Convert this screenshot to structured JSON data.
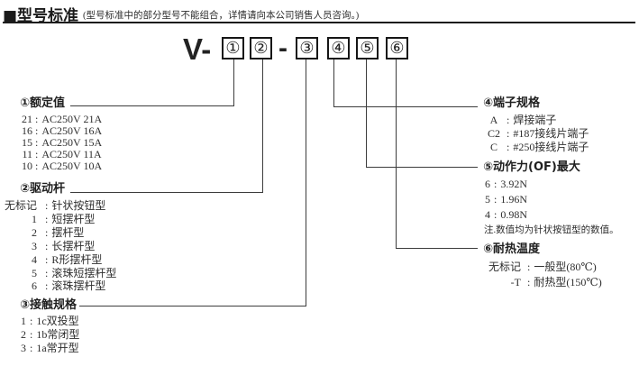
{
  "meta": {
    "colon": ":"
  },
  "header": {
    "title": "■型号标准",
    "subtitle": "(型号标准中的部分型号不能组合，详情请向本公司销售人员咨询。)"
  },
  "model": {
    "prefix": "V-",
    "dash": "-",
    "boxes": [
      "①",
      "②",
      "③",
      "④",
      "⑤",
      "⑥"
    ]
  },
  "sections": {
    "rating": {
      "title": "①额定值",
      "items": [
        {
          "code": "21",
          "label": "AC250V 21A"
        },
        {
          "code": "16",
          "label": "AC250V 16A"
        },
        {
          "code": "15",
          "label": "AC250V 15A"
        },
        {
          "code": "11",
          "label": "AC250V 11A"
        },
        {
          "code": "10",
          "label": "AC250V 10A"
        }
      ]
    },
    "actuator": {
      "title": "②驱动杆",
      "items": [
        {
          "code": "无标记",
          "label": "针状按钮型"
        },
        {
          "code": "1",
          "label": "短摆杆型"
        },
        {
          "code": "2",
          "label": "摆杆型"
        },
        {
          "code": "3",
          "label": "长摆杆型"
        },
        {
          "code": "4",
          "label": "R形摆杆型"
        },
        {
          "code": "5",
          "label": "滚珠短摆杆型"
        },
        {
          "code": "6",
          "label": "滚珠摆杆型"
        }
      ]
    },
    "contact": {
      "title": "③接触规格",
      "items": [
        {
          "code": "1",
          "label": "1c双投型"
        },
        {
          "code": "2",
          "label": "1b常闭型"
        },
        {
          "code": "3",
          "label": "1a常开型"
        }
      ]
    },
    "terminal": {
      "title": "④端子规格",
      "items": [
        {
          "code": "A",
          "label": "焊接端子"
        },
        {
          "code": "C2",
          "label": "#187接线片端子"
        },
        {
          "code": "C",
          "label": "#250接线片端子"
        }
      ]
    },
    "force": {
      "title": "⑤动作力(OF)最大",
      "items": [
        {
          "code": "6",
          "label": "3.92N"
        },
        {
          "code": "5",
          "label": "1.96N"
        },
        {
          "code": "4",
          "label": "0.98N"
        }
      ],
      "note": "注.数值均为针状按钮型的数值。"
    },
    "temperature": {
      "title": "⑥耐热温度",
      "items": [
        {
          "code": "无标记",
          "label": "一般型(80℃)"
        },
        {
          "code": "-T",
          "label": "耐热型(150℃)"
        }
      ]
    }
  }
}
